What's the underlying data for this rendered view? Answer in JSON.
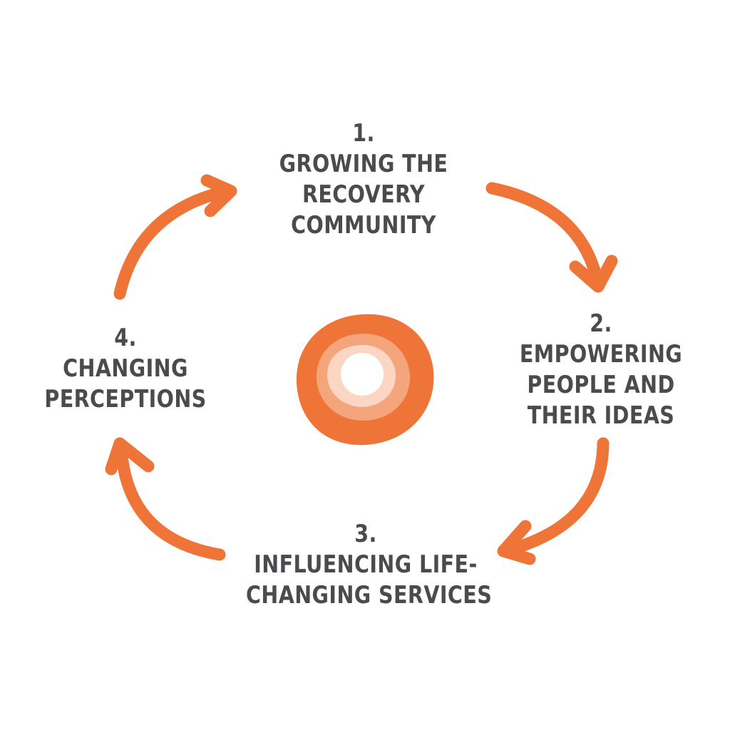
{
  "diagram": {
    "colors": {
      "accent": "#ef7438",
      "text": "#4b4b4f",
      "ring_mid": "#f5a57c",
      "ring_light": "#fbd7c3",
      "center": "#ffffff"
    },
    "steps": [
      {
        "number": "1.",
        "lines": [
          "GROWING THE",
          "RECOVERY",
          "COMMUNITY"
        ]
      },
      {
        "number": "2.",
        "lines": [
          "EMPOWERING",
          "PEOPLE AND",
          "THEIR IDEAS"
        ]
      },
      {
        "number": "3.",
        "lines": [
          "INFLUENCING LIFE-",
          "CHANGING SERVICES"
        ]
      },
      {
        "number": "4.",
        "lines": [
          "CHANGING",
          "PERCEPTIONS"
        ]
      }
    ],
    "center_icon": "concentric-circle-icon",
    "arrow_icon": "curved-arrow-icon"
  }
}
